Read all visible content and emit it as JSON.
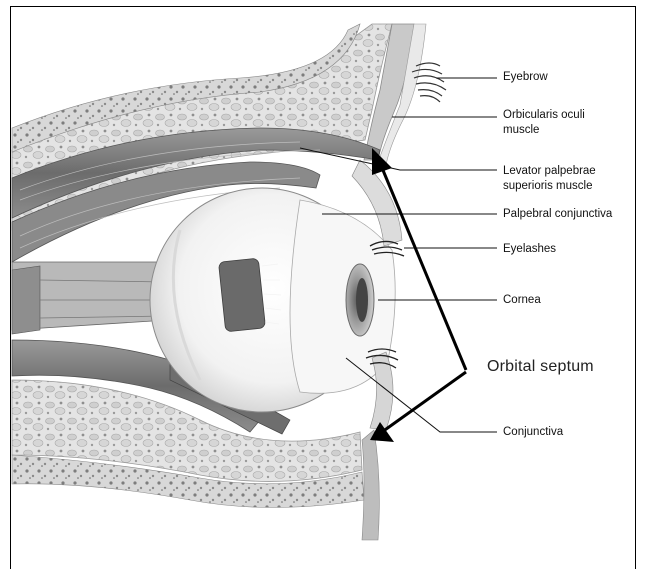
{
  "diagram": {
    "labels": {
      "eyebrow": "Eyebrow",
      "orbicularis_line1": "Orbicularis oculi",
      "orbicularis_line2": "muscle",
      "levator_line1": "Levator palpebrae",
      "levator_line2": "superioris muscle",
      "palpebral_conjunctiva": "Palpebral conjunctiva",
      "eyelashes": "Eyelashes",
      "cornea": "Cornea",
      "orbital_septum": "Orbital septum",
      "conjunctiva": "Conjunctiva"
    }
  }
}
